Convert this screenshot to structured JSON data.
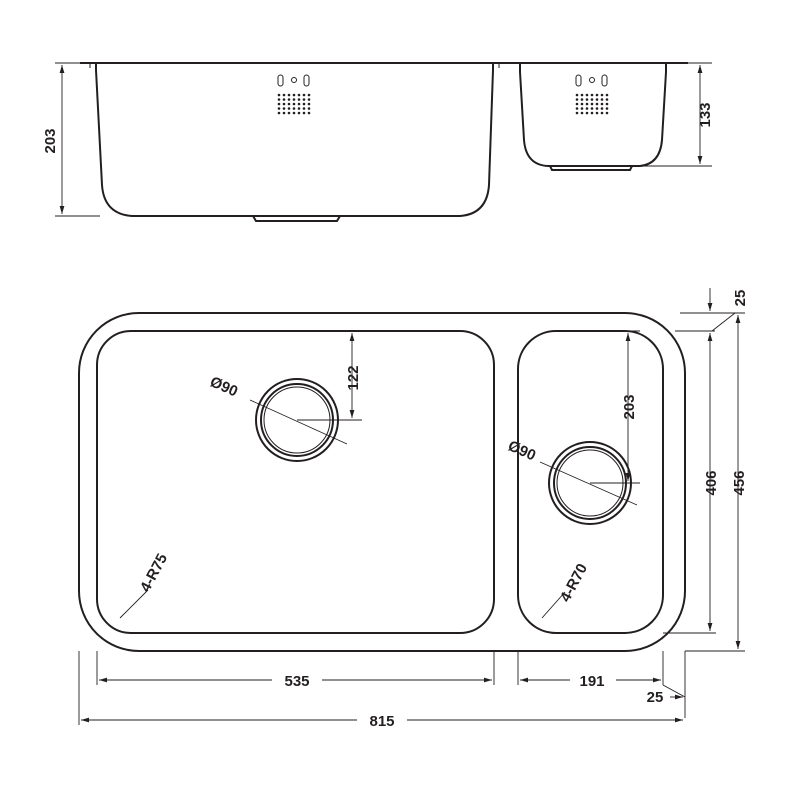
{
  "elevation": {
    "left_bowl_depth": "203",
    "right_bowl_depth": "133"
  },
  "plan": {
    "left_bowl_width": "535",
    "right_bowl_width": "191",
    "overall_width": "815",
    "rim_offset_bottom": "25",
    "rim_offset_top": "25",
    "bowl_length": "406",
    "overall_length": "456",
    "left_waste_offset": "122",
    "right_waste_offset": "203",
    "left_waste_diameter": "Ø90",
    "right_waste_diameter": "Ø90",
    "left_bowl_radius": "4-R75",
    "right_bowl_radius": "4-R70"
  },
  "colors": {
    "line": "#231f20",
    "background": "#ffffff"
  }
}
